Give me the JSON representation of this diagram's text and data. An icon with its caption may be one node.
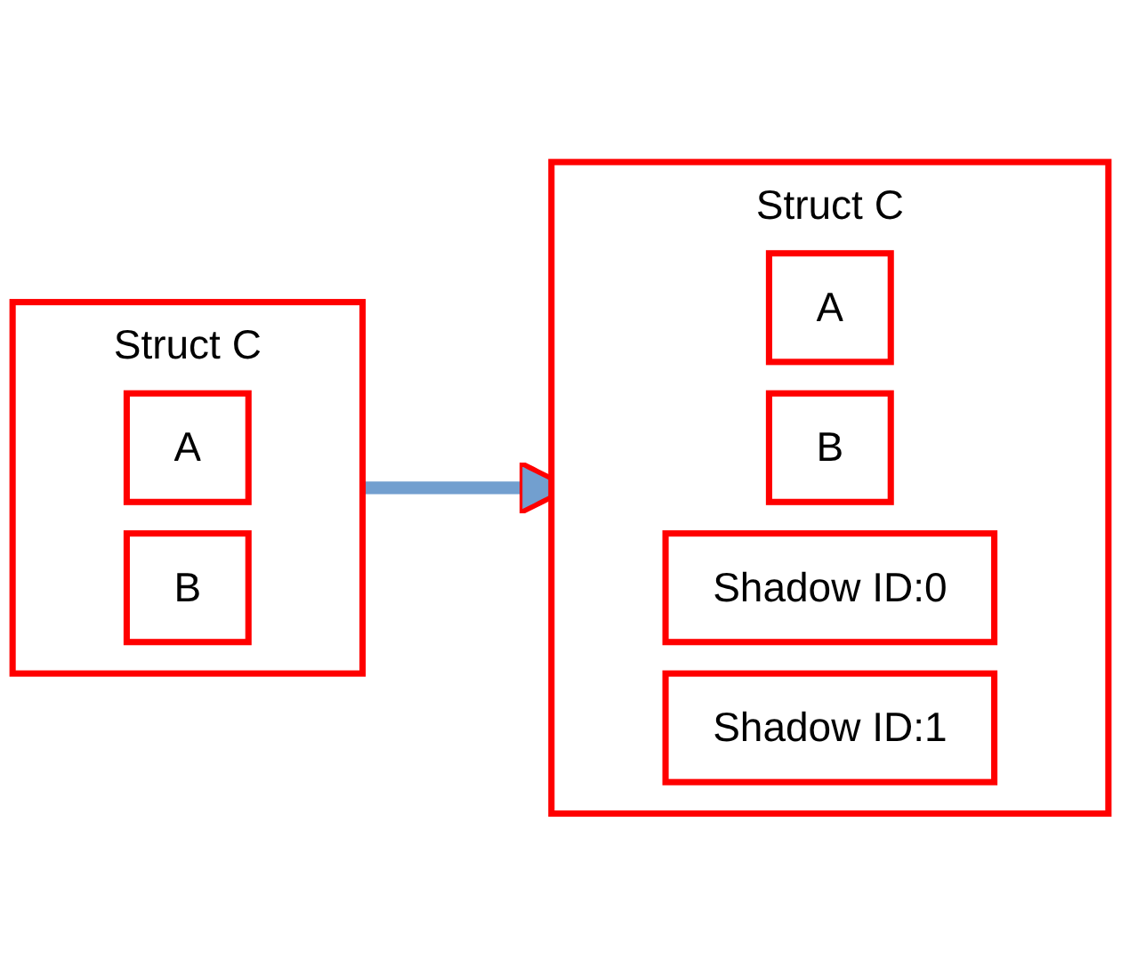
{
  "diagram": {
    "nodes": [
      {
        "text": [
          "Struct C"
        ]
      },
      {
        "text": [
          "A"
        ],
        "in": 0
      },
      {
        "text": [
          "B"
        ],
        "in": 0
      },
      {
        "text": [
          "Struct C"
        ]
      },
      {
        "text": [
          "A"
        ],
        "in": 3
      },
      {
        "text": [
          "B"
        ],
        "in": 3
      },
      {
        "text": [
          "Shadow ID:0"
        ],
        "in": 3
      },
      {
        "text": [
          "Shadow ID:1"
        ],
        "in": 3
      }
    ],
    "edges": [
      {
        "from": 0,
        "to": 3,
        "arrow": "to"
      }
    ]
  }
}
